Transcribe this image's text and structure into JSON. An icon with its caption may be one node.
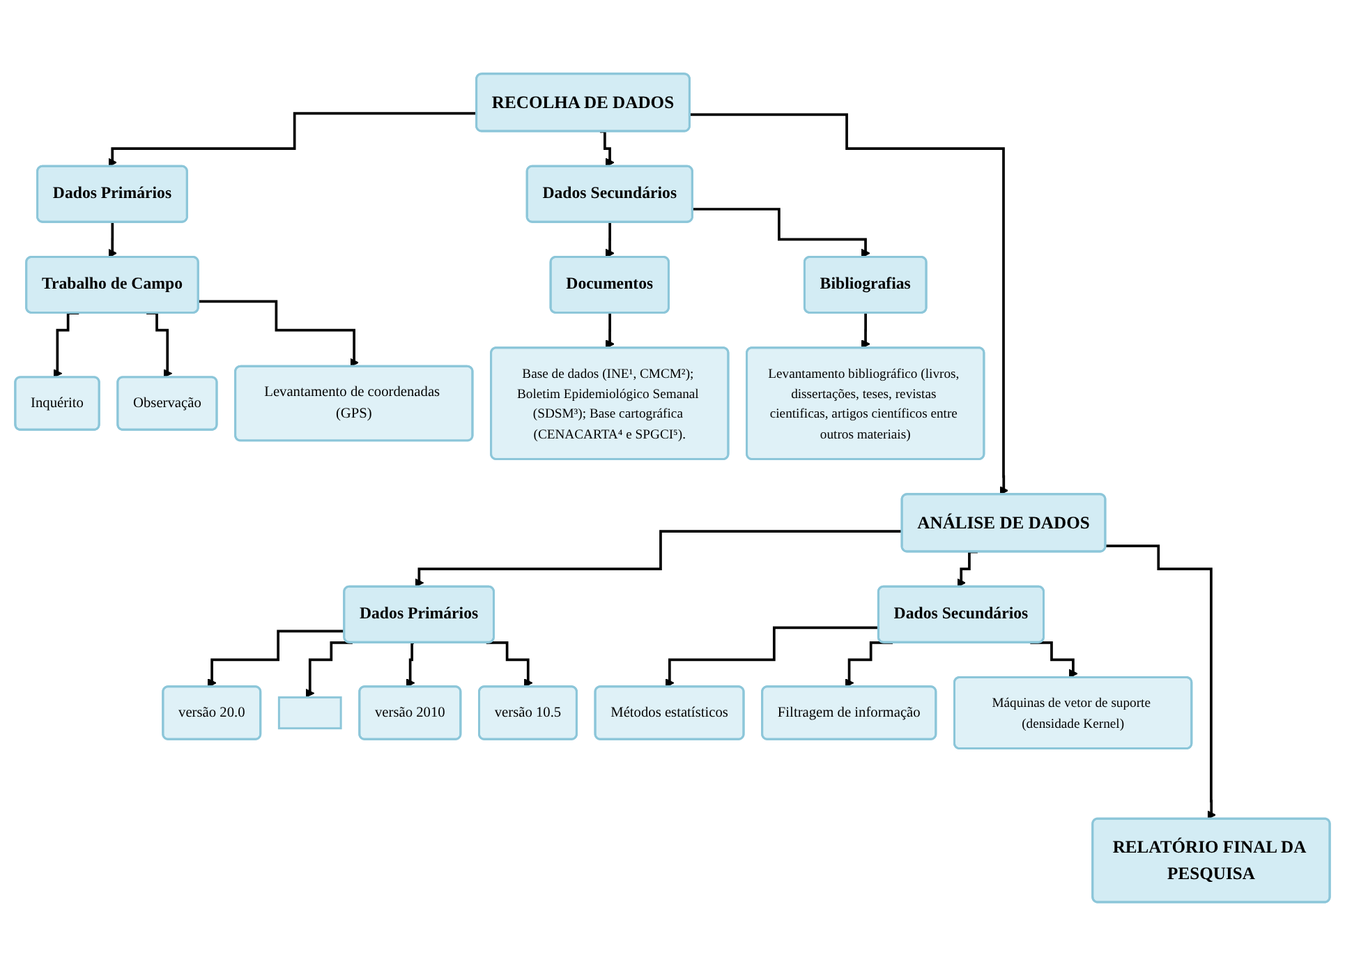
{
  "diagram": {
    "nodes": [
      {
        "text": [
          "RECOLHA DE DADOS"
        ]
      },
      {
        "text": [
          "Dados Primários"
        ]
      },
      {
        "text": [
          "Dados Secundários"
        ]
      },
      {
        "text": [
          "Trabalho de Campo"
        ]
      },
      {
        "text": [
          "Inquérito"
        ]
      },
      {
        "text": [
          "Observação"
        ]
      },
      {
        "text": [
          "Levantamento de coordenadas (GPS)"
        ]
      },
      {
        "text": [
          "Documentos"
        ]
      },
      {
        "text": [
          "Bibliografias"
        ]
      },
      {
        "text": [
          "Base de dados (INE¹, CMCM²); Boletim Epidemiológico Semanal (SDSM³); Base cartográfica (CENACARTA⁴ e SPGCI⁵)."
        ]
      },
      {
        "text": [
          "Levantamento bibliográfico (livros, dissertações, teses, revistas cientificas, artigos científicos entre outros materiais)"
        ]
      },
      {
        "text": [
          "ANÁLISE DE DADOS"
        ]
      },
      {
        "text": [
          "Dados Primários"
        ]
      },
      {
        "text": [
          "Dados Secundários"
        ]
      },
      {
        "text": [
          "versão 20.0"
        ]
      },
      {
        "text": [],
        "shape": "box"
      },
      {
        "text": [
          "versão 2010"
        ]
      },
      {
        "text": [
          "versão 10.5"
        ]
      },
      {
        "text": [
          "Métodos estatísticos"
        ]
      },
      {
        "text": [
          "Filtragem de informação"
        ]
      },
      {
        "text": [
          "Máquinas de vetor de suporte (densidade Kernel)"
        ]
      },
      {
        "text": [
          "RELATÓRIO FINAL DA PESQUISA"
        ]
      }
    ],
    "edges": [
      {
        "from": 0,
        "to": 1,
        "arrow": "to"
      },
      {
        "from": 0,
        "to": 2,
        "arrow": "to"
      },
      {
        "from": 0,
        "to": 11,
        "arrow": "to"
      },
      {
        "from": 1,
        "to": 3,
        "arrow": "to"
      },
      {
        "from": 3,
        "to": 4,
        "arrow": "to"
      },
      {
        "from": 3,
        "to": 6,
        "arrow": "to"
      },
      {
        "from": 3,
        "to": 5,
        "arrow": "to"
      },
      {
        "from": 2,
        "to": 7,
        "arrow": "to"
      },
      {
        "from": 2,
        "to": 8,
        "arrow": "to"
      },
      {
        "from": 7,
        "to": 9,
        "arrow": "to"
      },
      {
        "from": 8,
        "to": 10,
        "arrow": "to"
      },
      {
        "from": 11,
        "to": 12,
        "arrow": "to"
      },
      {
        "from": 11,
        "to": 21,
        "arrow": "to"
      },
      {
        "from": 11,
        "to": 13,
        "arrow": "to"
      },
      {
        "from": 12,
        "to": 14,
        "arrow": "to"
      },
      {
        "from": 12,
        "to": 16,
        "arrow": "to"
      },
      {
        "from": 12,
        "to": 17,
        "arrow": "to"
      },
      {
        "from": 12,
        "to": 15,
        "arrow": "to"
      },
      {
        "from": 13,
        "to": 18,
        "arrow": "to"
      },
      {
        "from": 13,
        "to": 19,
        "arrow": "to"
      },
      {
        "from": 13,
        "to": 20,
        "arrow": "to"
      }
    ]
  }
}
